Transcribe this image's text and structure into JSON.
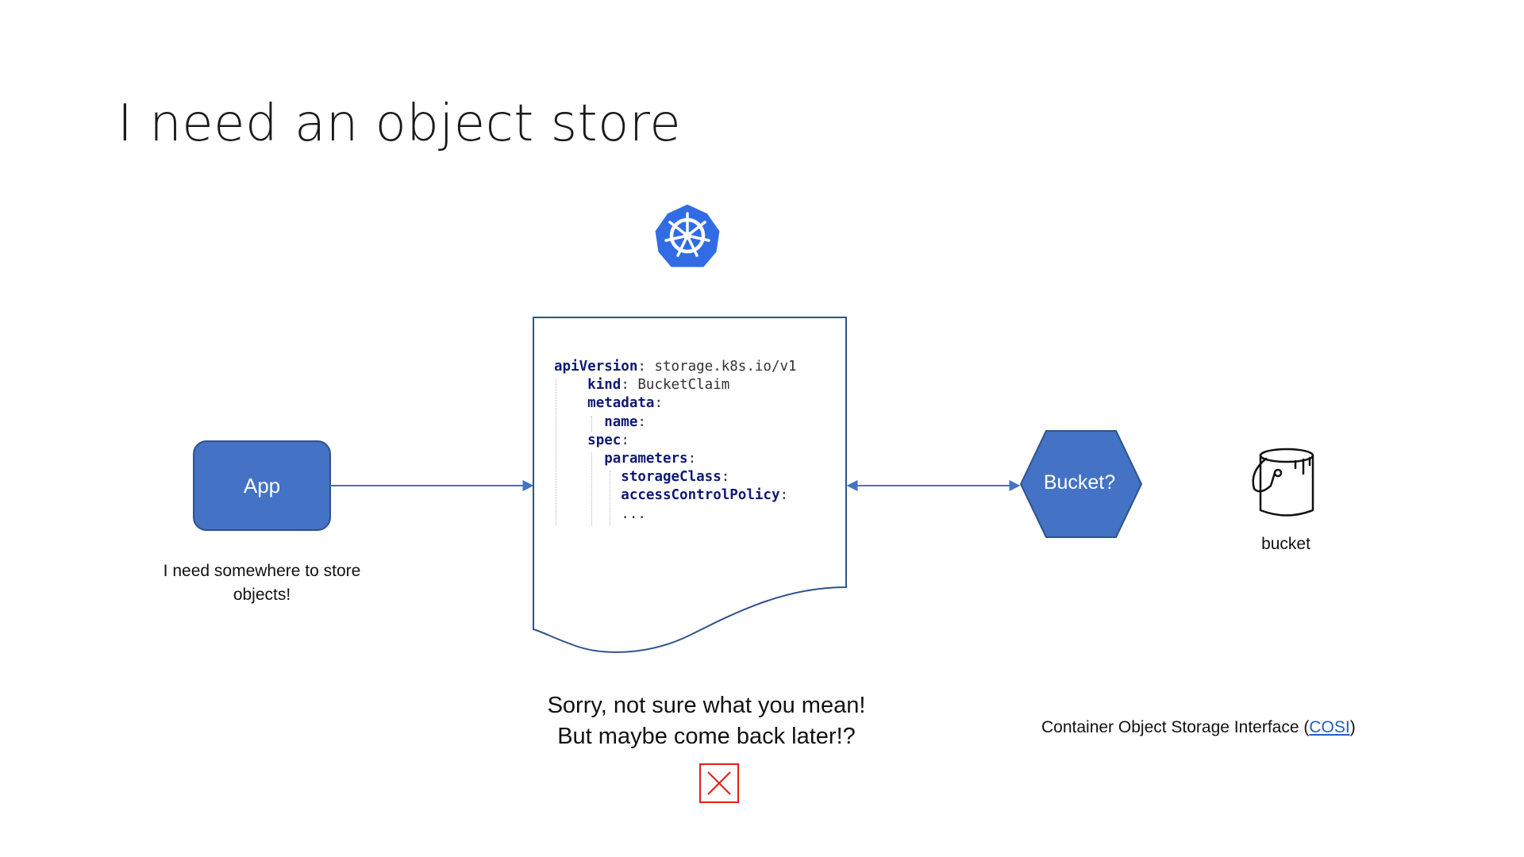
{
  "slide": {
    "title": "I need an object store"
  },
  "app": {
    "label": "App",
    "caption_line1": "I need somewhere to store",
    "caption_line2": "objects!"
  },
  "manifest": {
    "lines": [
      {
        "key": "apiVersion",
        "value": "storage.k8s.io/v1"
      },
      {
        "key": "kind",
        "value": "BucketClaim"
      },
      {
        "key": "metadata",
        "value": ""
      },
      {
        "key": "name",
        "value": ""
      },
      {
        "key": "spec",
        "value": ""
      },
      {
        "key": "parameters",
        "value": ""
      },
      {
        "key": "storageClass",
        "value": ""
      },
      {
        "key": "accessControlPolicy",
        "value": ""
      },
      {
        "key": "...",
        "value": ""
      }
    ]
  },
  "bucket_node": {
    "label": "Bucket?"
  },
  "bucket_icon": {
    "caption": "bucket"
  },
  "response": {
    "line1": "Sorry, not sure what you mean!",
    "line2": "But maybe come back later!?"
  },
  "footnote": {
    "prefix": "Container Object Storage Interface (",
    "link": "COSI",
    "suffix": ")"
  },
  "icons": [
    "kubernetes-logo-icon",
    "bucket-icon",
    "error-x-icon"
  ],
  "colors": {
    "shape_fill": "#4472c4",
    "shape_stroke": "#2f528f",
    "k8s_blue": "#326ce5",
    "error_red": "#e0201a",
    "link_blue": "#1f5fbf"
  }
}
